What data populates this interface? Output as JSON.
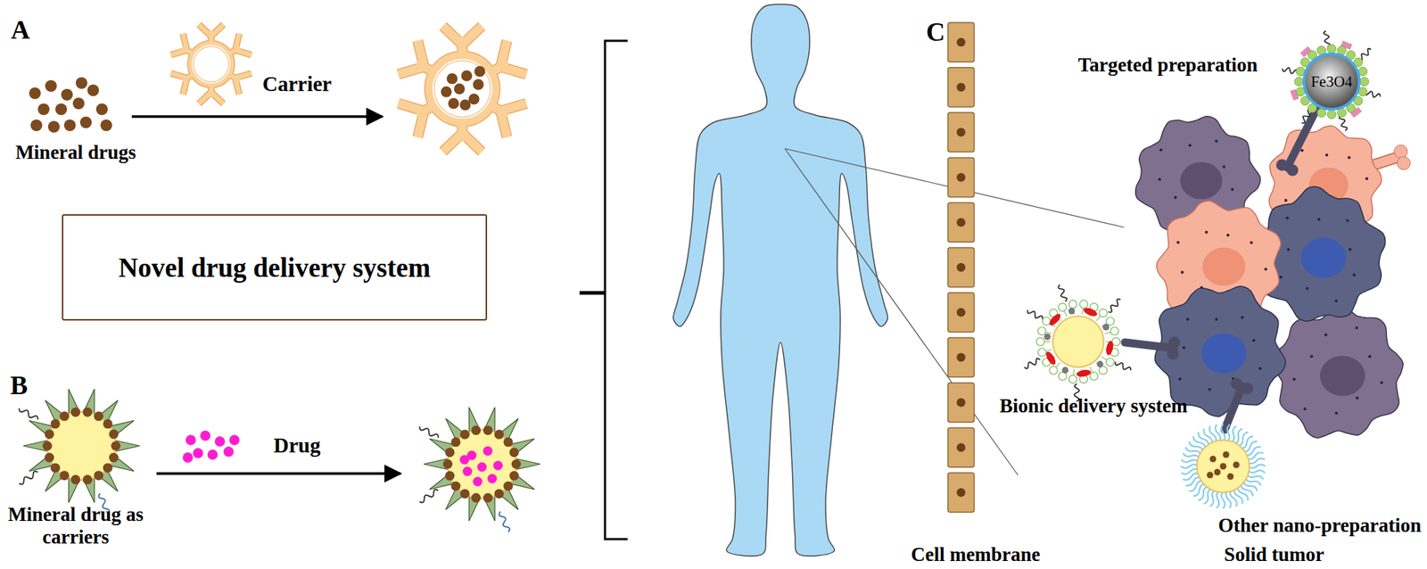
{
  "diagram": {
    "nodes": [
      {
        "text": [
          "Novel drug delivery system"
        ]
      },
      {
        "text": [
          "Fe3O4"
        ]
      }
    ],
    "labels": [
      "A",
      "Carrier",
      "Mineral drugs",
      "B",
      "Drug",
      "Mineral drug as carriers",
      "C",
      "Targeted preparation",
      "Bionic delivery system",
      "Other nano-preparation",
      "Cell membrane",
      "Solid tumor"
    ]
  }
}
